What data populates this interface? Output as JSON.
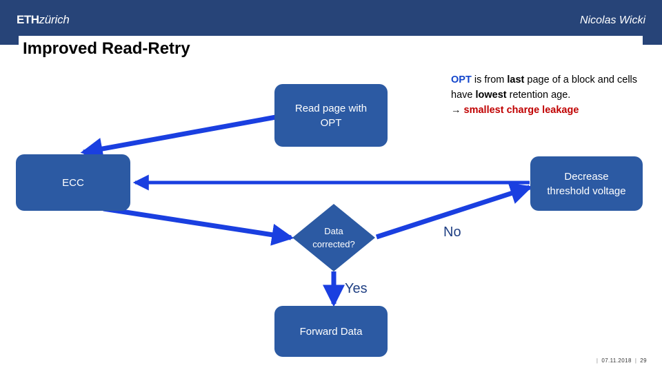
{
  "header": {
    "logo_mark": "ETH",
    "logo_city": "zürich",
    "presenter": "Nicolas Wicki",
    "bar_color": "#274478"
  },
  "title": "Improved Read-Retry",
  "callout": {
    "opt_term": "OPT",
    "line1_mid": " is from ",
    "bold_last": "last",
    "line1_end": " page of a block and cells have ",
    "bold_lowest": "lowest",
    "line2_end": " retention age.",
    "arrow_glyph": "→",
    "conclusion": "smallest charge leakage",
    "opt_color": "#1245CB",
    "conclusion_color": "#C00000"
  },
  "flowchart": {
    "box_color": "#2C5AA3",
    "arrow_color": "#1A3FE0",
    "nodes": [
      {
        "id": "read",
        "label": "Read page with\nOPT",
        "shape": "rounded-rect"
      },
      {
        "id": "ecc",
        "label": "ECC",
        "shape": "rounded-rect"
      },
      {
        "id": "decision",
        "label": "Data\ncorrected?",
        "shape": "diamond"
      },
      {
        "id": "decrease",
        "label": "Decrease\nthreshold voltage",
        "shape": "rounded-rect"
      },
      {
        "id": "forward",
        "label": "Forward Data",
        "shape": "rounded-rect"
      }
    ],
    "branch_labels": {
      "no": "No",
      "yes": "Yes"
    },
    "edges": [
      {
        "from": "read",
        "to": "ecc",
        "label": ""
      },
      {
        "from": "decrease",
        "to": "ecc",
        "label": ""
      },
      {
        "from": "ecc",
        "to": "decision",
        "label": ""
      },
      {
        "from": "decision",
        "to": "decrease",
        "label": "No"
      },
      {
        "from": "decision",
        "to": "forward",
        "label": "Yes"
      }
    ]
  },
  "footer": {
    "sep": "|",
    "date": "07.11.2018",
    "page": "29"
  }
}
